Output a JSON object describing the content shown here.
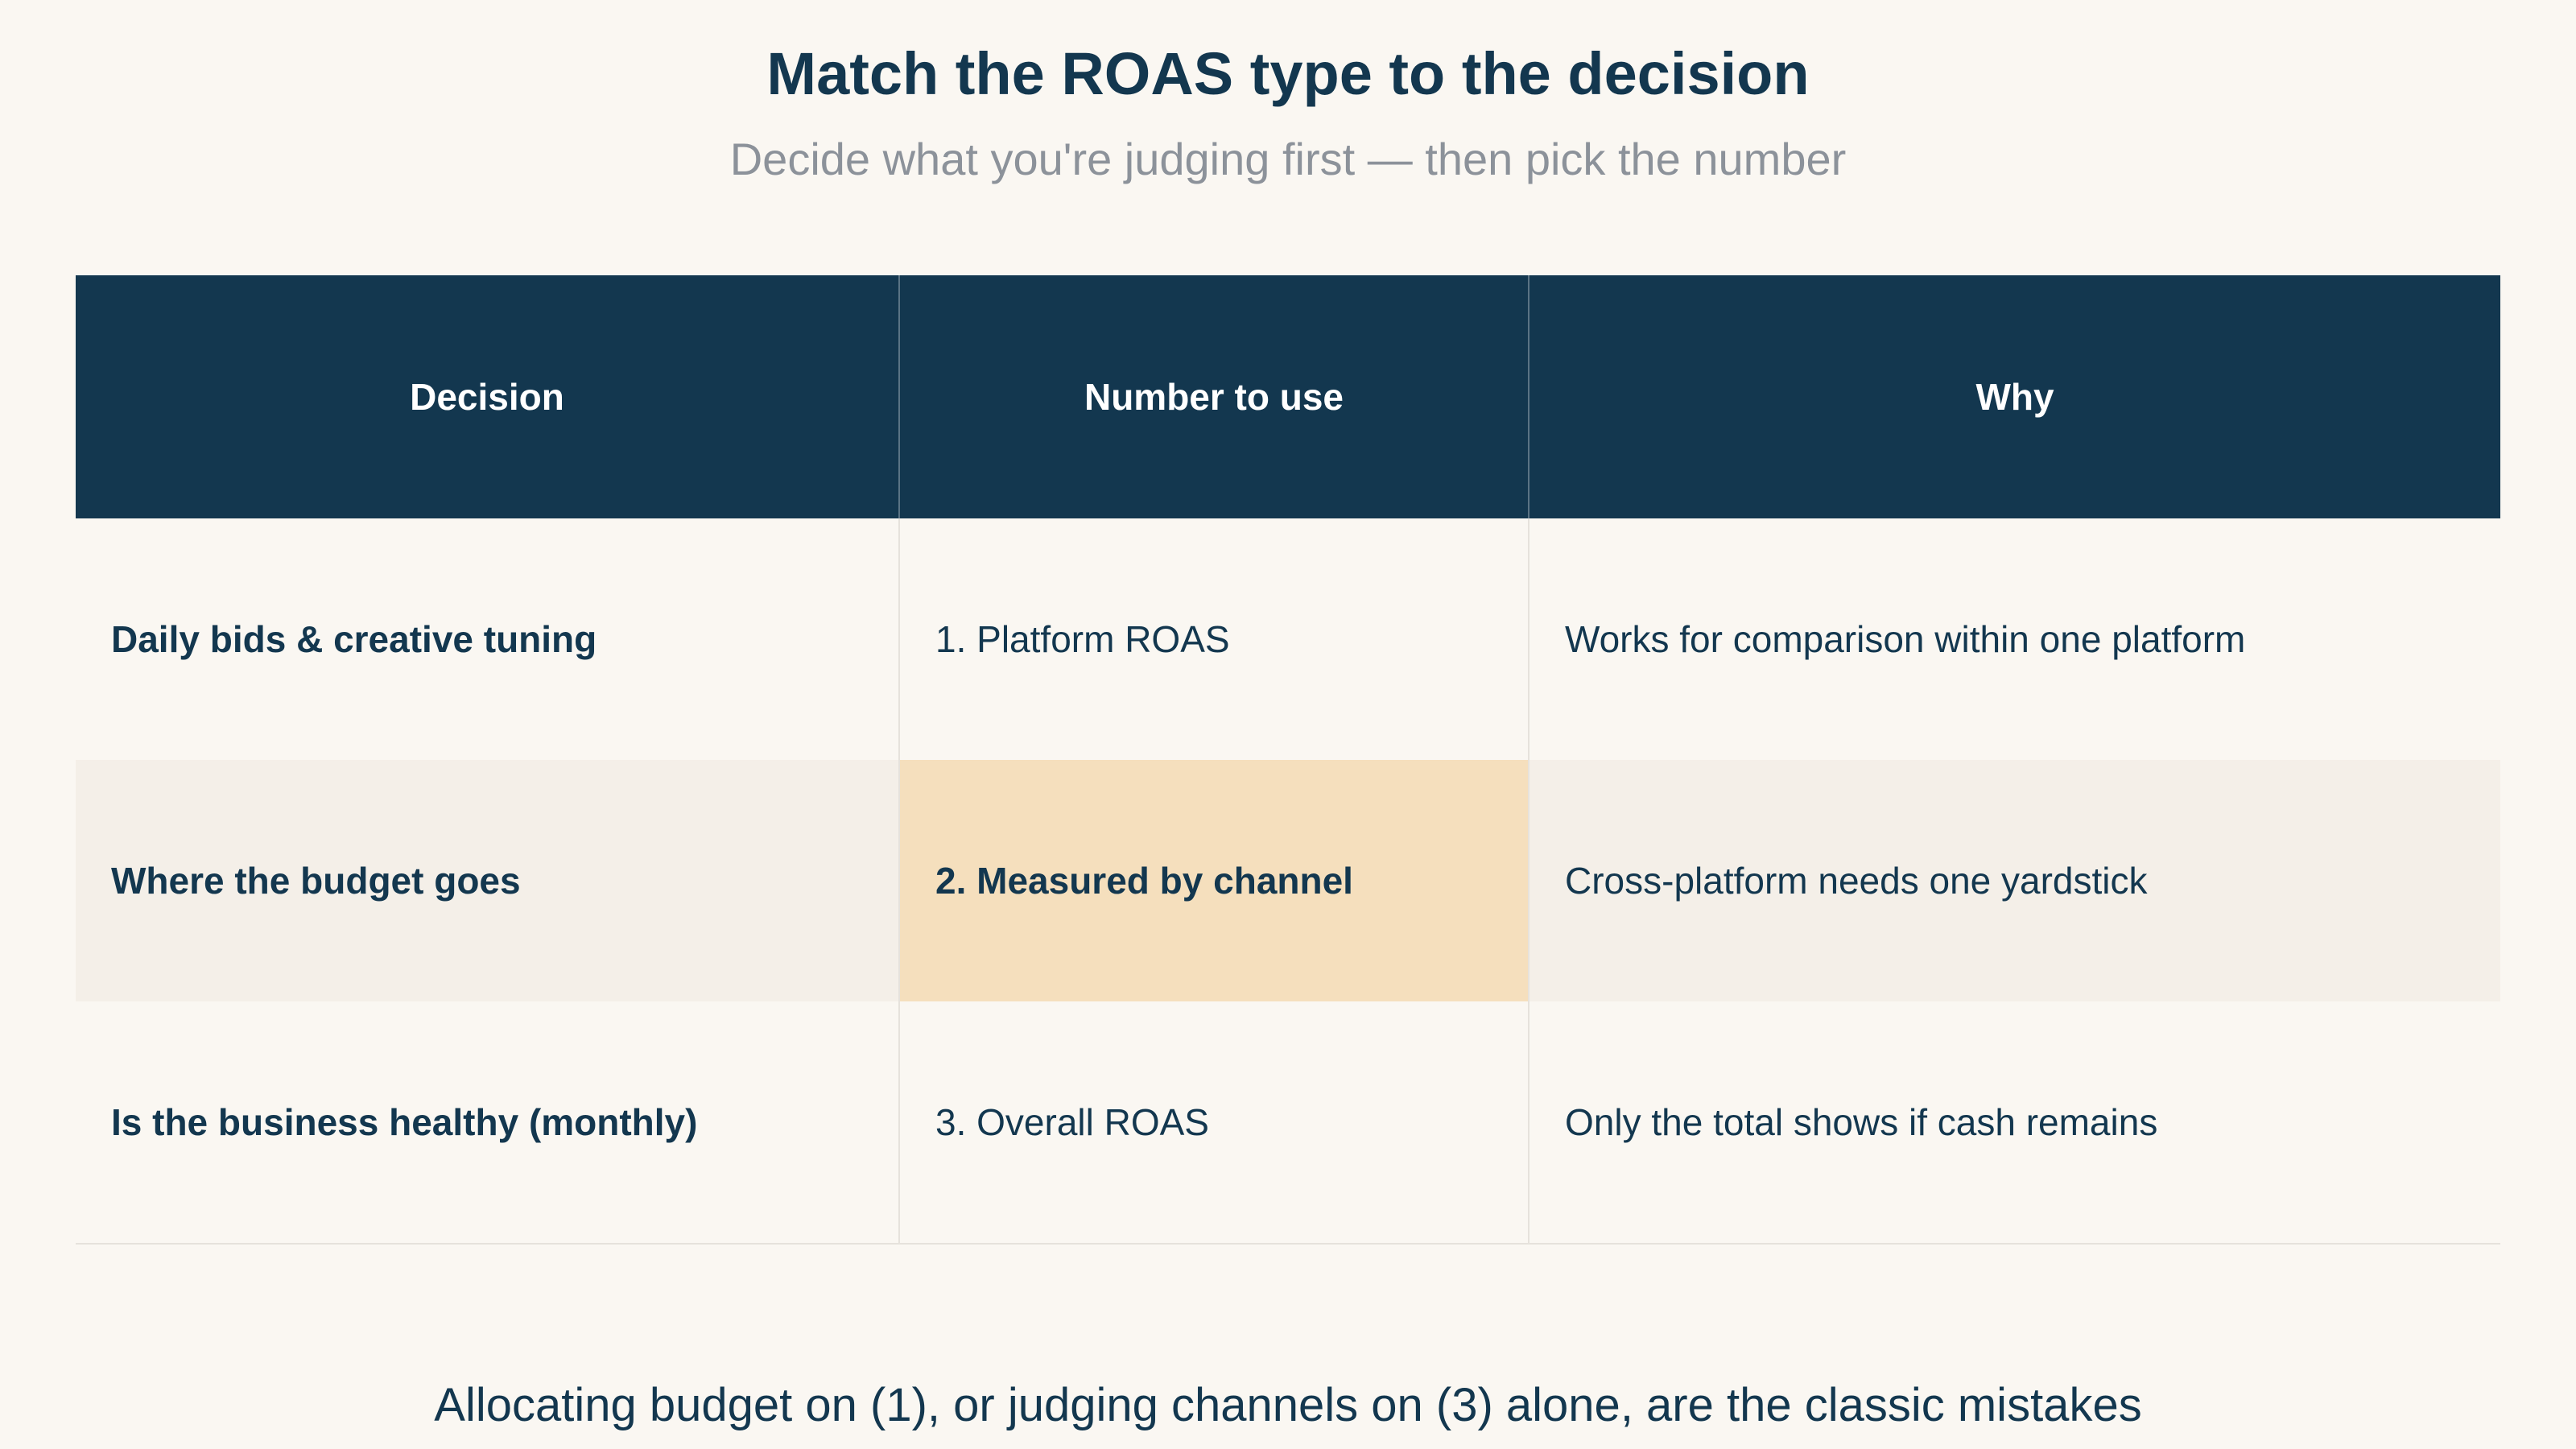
{
  "title": "Match the ROAS type to the decision",
  "subtitle": "Decide what you're judging first — then pick the number",
  "table": {
    "headers": [
      "Decision",
      "Number to use",
      "Why"
    ],
    "rows": [
      {
        "decision": "Daily bids & creative tuning",
        "number": "1. Platform ROAS",
        "why": "Works for comparison within one platform"
      },
      {
        "decision": "Where the budget goes",
        "number": "2. Measured by channel",
        "why": "Cross-platform needs one yardstick"
      },
      {
        "decision": "Is the business healthy (monthly)",
        "number": "3. Overall ROAS",
        "why": "Only the total shows if cash remains"
      }
    ]
  },
  "footer": "Allocating budget on (1), or judging channels on (3) alone, are the classic mistakes",
  "colors": {
    "header_bg": "#13374f",
    "text": "#13374f",
    "highlight": "#f5dfbd",
    "background": "#faf7f2",
    "alt_row": "#f4efe8",
    "subtitle": "#8c929a"
  }
}
